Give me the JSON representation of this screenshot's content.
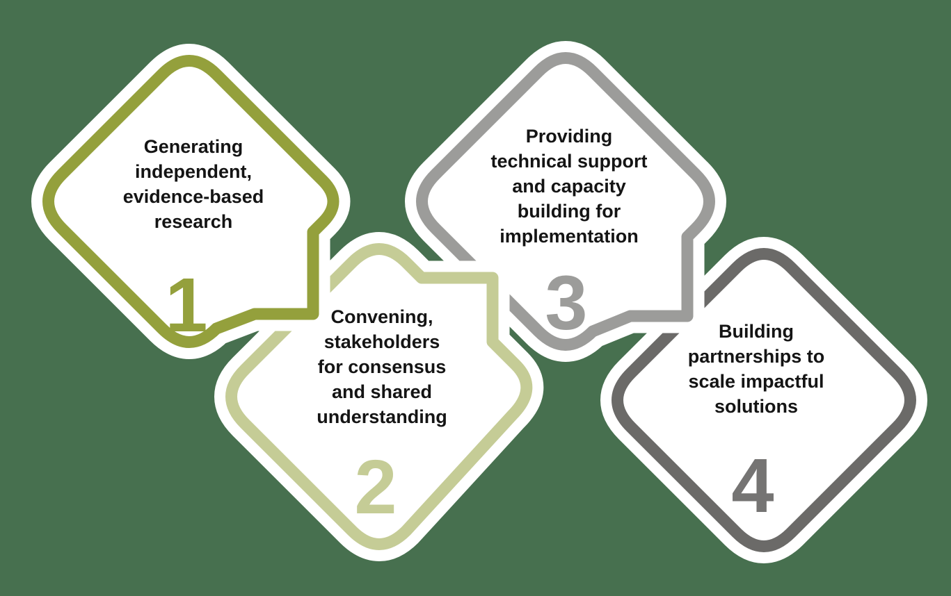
{
  "page": {
    "background_color": "#47704f",
    "panel_color": "#ffffff",
    "text_color": "#141414"
  },
  "cards": [
    {
      "number": "1",
      "label": "Generating\nindependent,\nevidence-based\nresearch",
      "color": "#94a03c",
      "number_color": "#94a03c"
    },
    {
      "number": "2",
      "label": "Convening,\nstakeholders\nfor consensus\nand shared\nunderstanding",
      "color": "#c5cc96",
      "number_color": "#c5cc96"
    },
    {
      "number": "3",
      "label": "Providing\ntechnical support\nand capacity\nbuilding for\nimplementation",
      "color": "#9c9c9a",
      "number_color": "#9c9c9a"
    },
    {
      "number": "4",
      "label": "Building\npartnerships to\nscale impactful\nsolutions",
      "color": "#6b6a68",
      "number_color": "#757473"
    }
  ]
}
